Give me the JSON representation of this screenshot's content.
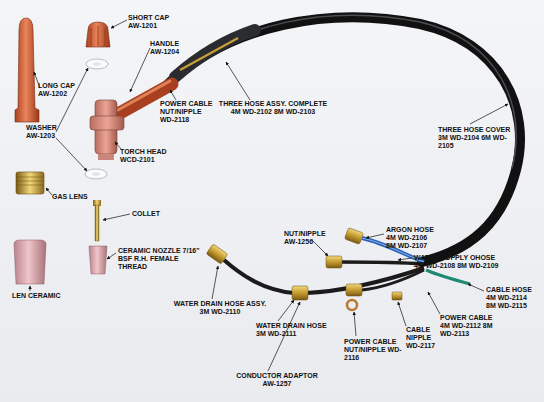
{
  "diagram": {
    "labels": [
      "LONG CAP AW-1202",
      "SHORT CAP AW-1201",
      "HANDLE AW-1204",
      "WASHER AW-1203",
      "POWER CABLE NUT/NIPPLE WD-2118",
      "THREE HOSE ASSY. COMPLETE 4M WD-2102 8M WD-2103",
      "TORCH HEAD WCD-2101",
      "GAS LENS",
      "COLLET",
      "CERAMIC NOZZLE 7/16\" BSF R.H. FEMALE THREAD",
      "LEN CERAMIC",
      "THREE HOSE COVER 3M WD-2104 6M WD-2105",
      "NUT/NIPPLE AW-1256",
      "ARGON HOSE 4M WD-2106 8M WD-2107",
      "WATER SUPPLY OHOSE 4M WD-2108 8M WD-2109",
      "CABLE HOSE 4M WD-2114 8M WD-2115",
      "POWER CABLE 4M WD-2112 8M WD-2113",
      "WATER DRAIN HOSE ASSY. 3M WD-2110",
      "WATER DRAIN HOSE 3M WD-2111",
      "CABLE NIPPLE WD-2117",
      "POWER CABLE NUT/NIPPLE WD-2116",
      "CONDUCTOR ADAPTOR AW-1257"
    ]
  }
}
